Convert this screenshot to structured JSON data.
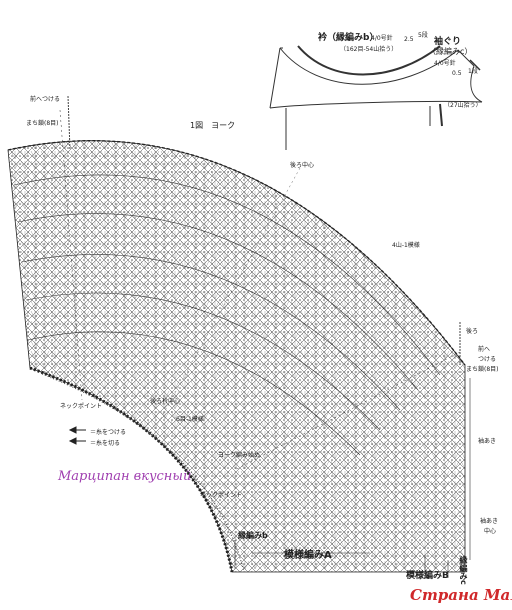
{
  "schematic": {
    "collar_label": "衿（縁編みb）",
    "collar_hook": "4/0号針",
    "collar_count": "（162目-54山拾う）",
    "collar_height": "2.5",
    "collar_rows": "5段",
    "armhole_label": "袖ぐり",
    "armhole_sub": "（縁編みc）",
    "armhole_hook": "4/0号針",
    "armhole_height": "0.5",
    "armhole_rows": "1段",
    "armhole_count": "（27山拾う）"
  },
  "diagram": {
    "figure_title": "1図　ヨーク",
    "front_join_top": "前へつける",
    "slip_top": "まち鎖(8目)",
    "back_center": "後ろ中心",
    "pattern_repeat": "4山-1模様",
    "right_join_1": "後ろ",
    "right_join_2": "前へ",
    "right_join_3": "つける",
    "slip_right": "まち鎖(8目)",
    "neck_point_left": "ネックポイント",
    "back_center_inner": "後ろ衿中心",
    "pattern_rows": "6目-1模様",
    "yoke_start": "ヨーク編み始め",
    "neck_point_bottom": "ネックポイント",
    "sleeve_opening": "袖あき",
    "sleeve_center_1": "袖あき",
    "sleeve_center_2": "中心",
    "edging_b": "縁編みb",
    "pattern_a": "模様編みA",
    "edging_b_bottom": "模様編みB",
    "edging_c": "縁編みc",
    "legend_attach": "＝糸をつける",
    "legend_cut": "＝糸を切る"
  },
  "watermarks": {
    "author": "Марципан вкусный",
    "site": "Страна Мам"
  }
}
